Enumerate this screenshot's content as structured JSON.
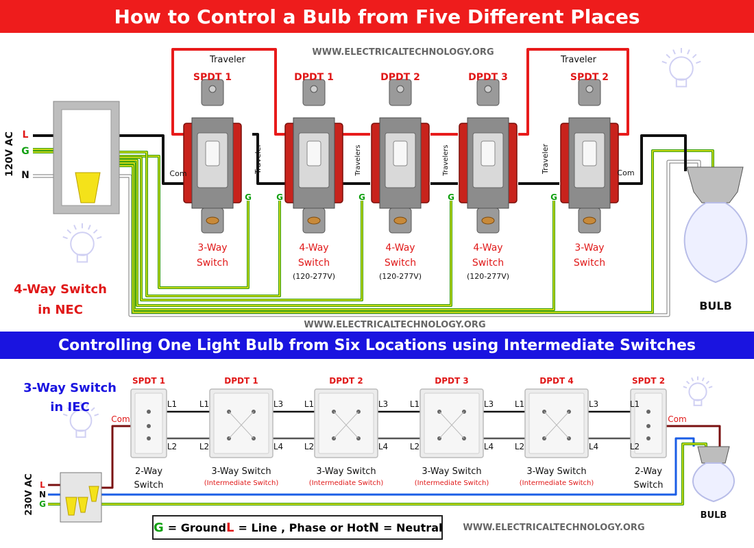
{
  "title": "How to Control a Bulb from Five Different Places",
  "subtitle": "Controlling One Light Bulb from Six Locations using Intermediate Switches",
  "watermark": "WWW.ELECTRICALTECHNOLOGY.ORG",
  "colors": {
    "line": "#111111",
    "traveler": "#e81b1b",
    "ground": "#3aa012",
    "ground_stripe": "#f4e818",
    "neutral": "#ffffff",
    "blue": "#1a5de6",
    "maroon": "#7a1010",
    "banner_red": "#ee1c1c",
    "banner_blue": "#1a14e0"
  },
  "top": {
    "supply": {
      "voltage": "120V AC",
      "L": "L",
      "G": "G",
      "N": "N"
    },
    "traveler_label": "Traveler",
    "travelers_label": "Travelers",
    "com_label": "Com",
    "g_label": "G",
    "switches": [
      {
        "name": "SPDT 1",
        "type_line1": "3-Way",
        "type_line2": "Switch",
        "rating": ""
      },
      {
        "name": "DPDT 1",
        "type_line1": "4-Way",
        "type_line2": "Switch",
        "rating": "(120-277V)"
      },
      {
        "name": "DPDT 2",
        "type_line1": "4-Way",
        "type_line2": "Switch",
        "rating": "(120-277V)"
      },
      {
        "name": "DPDT 3",
        "type_line1": "4-Way",
        "type_line2": "Switch",
        "rating": "(120-277V)"
      },
      {
        "name": "SPDT 2",
        "type_line1": "3-Way",
        "type_line2": "Switch",
        "rating": ""
      }
    ],
    "caption_line1": "4-Way Switch",
    "caption_line2": "in NEC",
    "bulb_label": "BULB"
  },
  "bottom": {
    "supply": {
      "voltage": "230V AC",
      "L": "L",
      "N": "N",
      "G": "G"
    },
    "com_label": "Com",
    "caption_line1": "3-Way Switch",
    "caption_line2": "in IEC",
    "switches": [
      {
        "name": "SPDT 1",
        "line1": "2-Way",
        "line2": "Switch",
        "sub": "",
        "left1": "",
        "left2": "",
        "right1": "L1",
        "right2": "L2"
      },
      {
        "name": "DPDT 1",
        "line1": "3-Way Switch",
        "line2": "",
        "sub": "(Intermediate Switch)",
        "left1": "L1",
        "left2": "L2",
        "right1": "L3",
        "right2": "L4"
      },
      {
        "name": "DPDT 2",
        "line1": "3-Way Switch",
        "line2": "",
        "sub": "(Intermediate Switch)",
        "left1": "L1",
        "left2": "L2",
        "right1": "L3",
        "right2": "L4"
      },
      {
        "name": "DPDT 3",
        "line1": "3-Way Switch",
        "line2": "",
        "sub": "(Intermediate Switch)",
        "left1": "L1",
        "left2": "L2",
        "right1": "L3",
        "right2": "L4"
      },
      {
        "name": "DPDT 4",
        "line1": "3-Way Switch",
        "line2": "",
        "sub": "(Intermediate Switch)",
        "left1": "L1",
        "left2": "L2",
        "right1": "L3",
        "right2": "L4"
      },
      {
        "name": "SPDT 2",
        "line1": "2-Way",
        "line2": "Switch",
        "sub": "",
        "left1": "L1",
        "left2": "L2",
        "right1": "",
        "right2": ""
      }
    ],
    "bulb_label": "BULB"
  },
  "legend": {
    "g_key": "G",
    "g_text": "= Ground",
    "l_key": "L",
    "l_text": "= Line , Phase or Hot",
    "n_key": "N",
    "n_text": "= Neutral"
  }
}
